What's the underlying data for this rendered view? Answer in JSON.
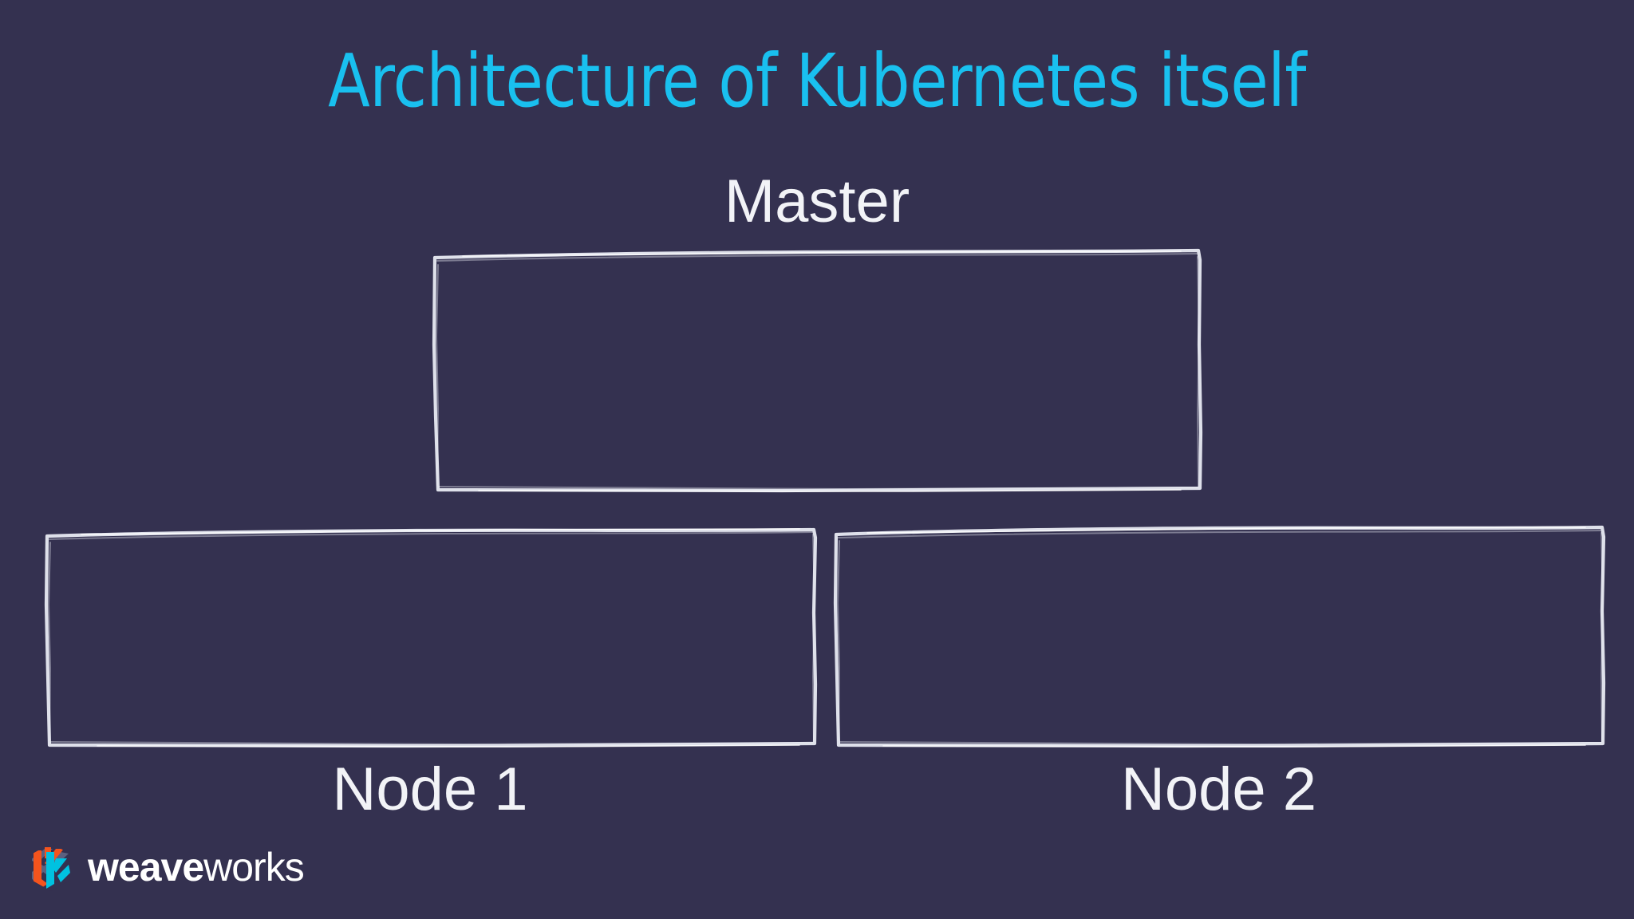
{
  "slide": {
    "title": "Architecture of Kubernetes itself",
    "background_color": "#343150",
    "title_color": "#19c0ef",
    "text_color": "#f2f3f7",
    "stroke_color": "#e8eaf2"
  },
  "diagram": {
    "type": "hand-drawn-boxes",
    "nodes": [
      {
        "id": "master",
        "label": "Master",
        "label_position": "above",
        "contents": []
      },
      {
        "id": "node1",
        "label": "Node 1",
        "label_position": "below",
        "contents": []
      },
      {
        "id": "node2",
        "label": "Node 2",
        "label_position": "below",
        "contents": []
      }
    ]
  },
  "brand": {
    "name_bold": "weave",
    "name_light": "works",
    "mark_colors": {
      "orange": "#f4541d",
      "cyan": "#00c2e0",
      "slate": "#5b6180"
    }
  }
}
